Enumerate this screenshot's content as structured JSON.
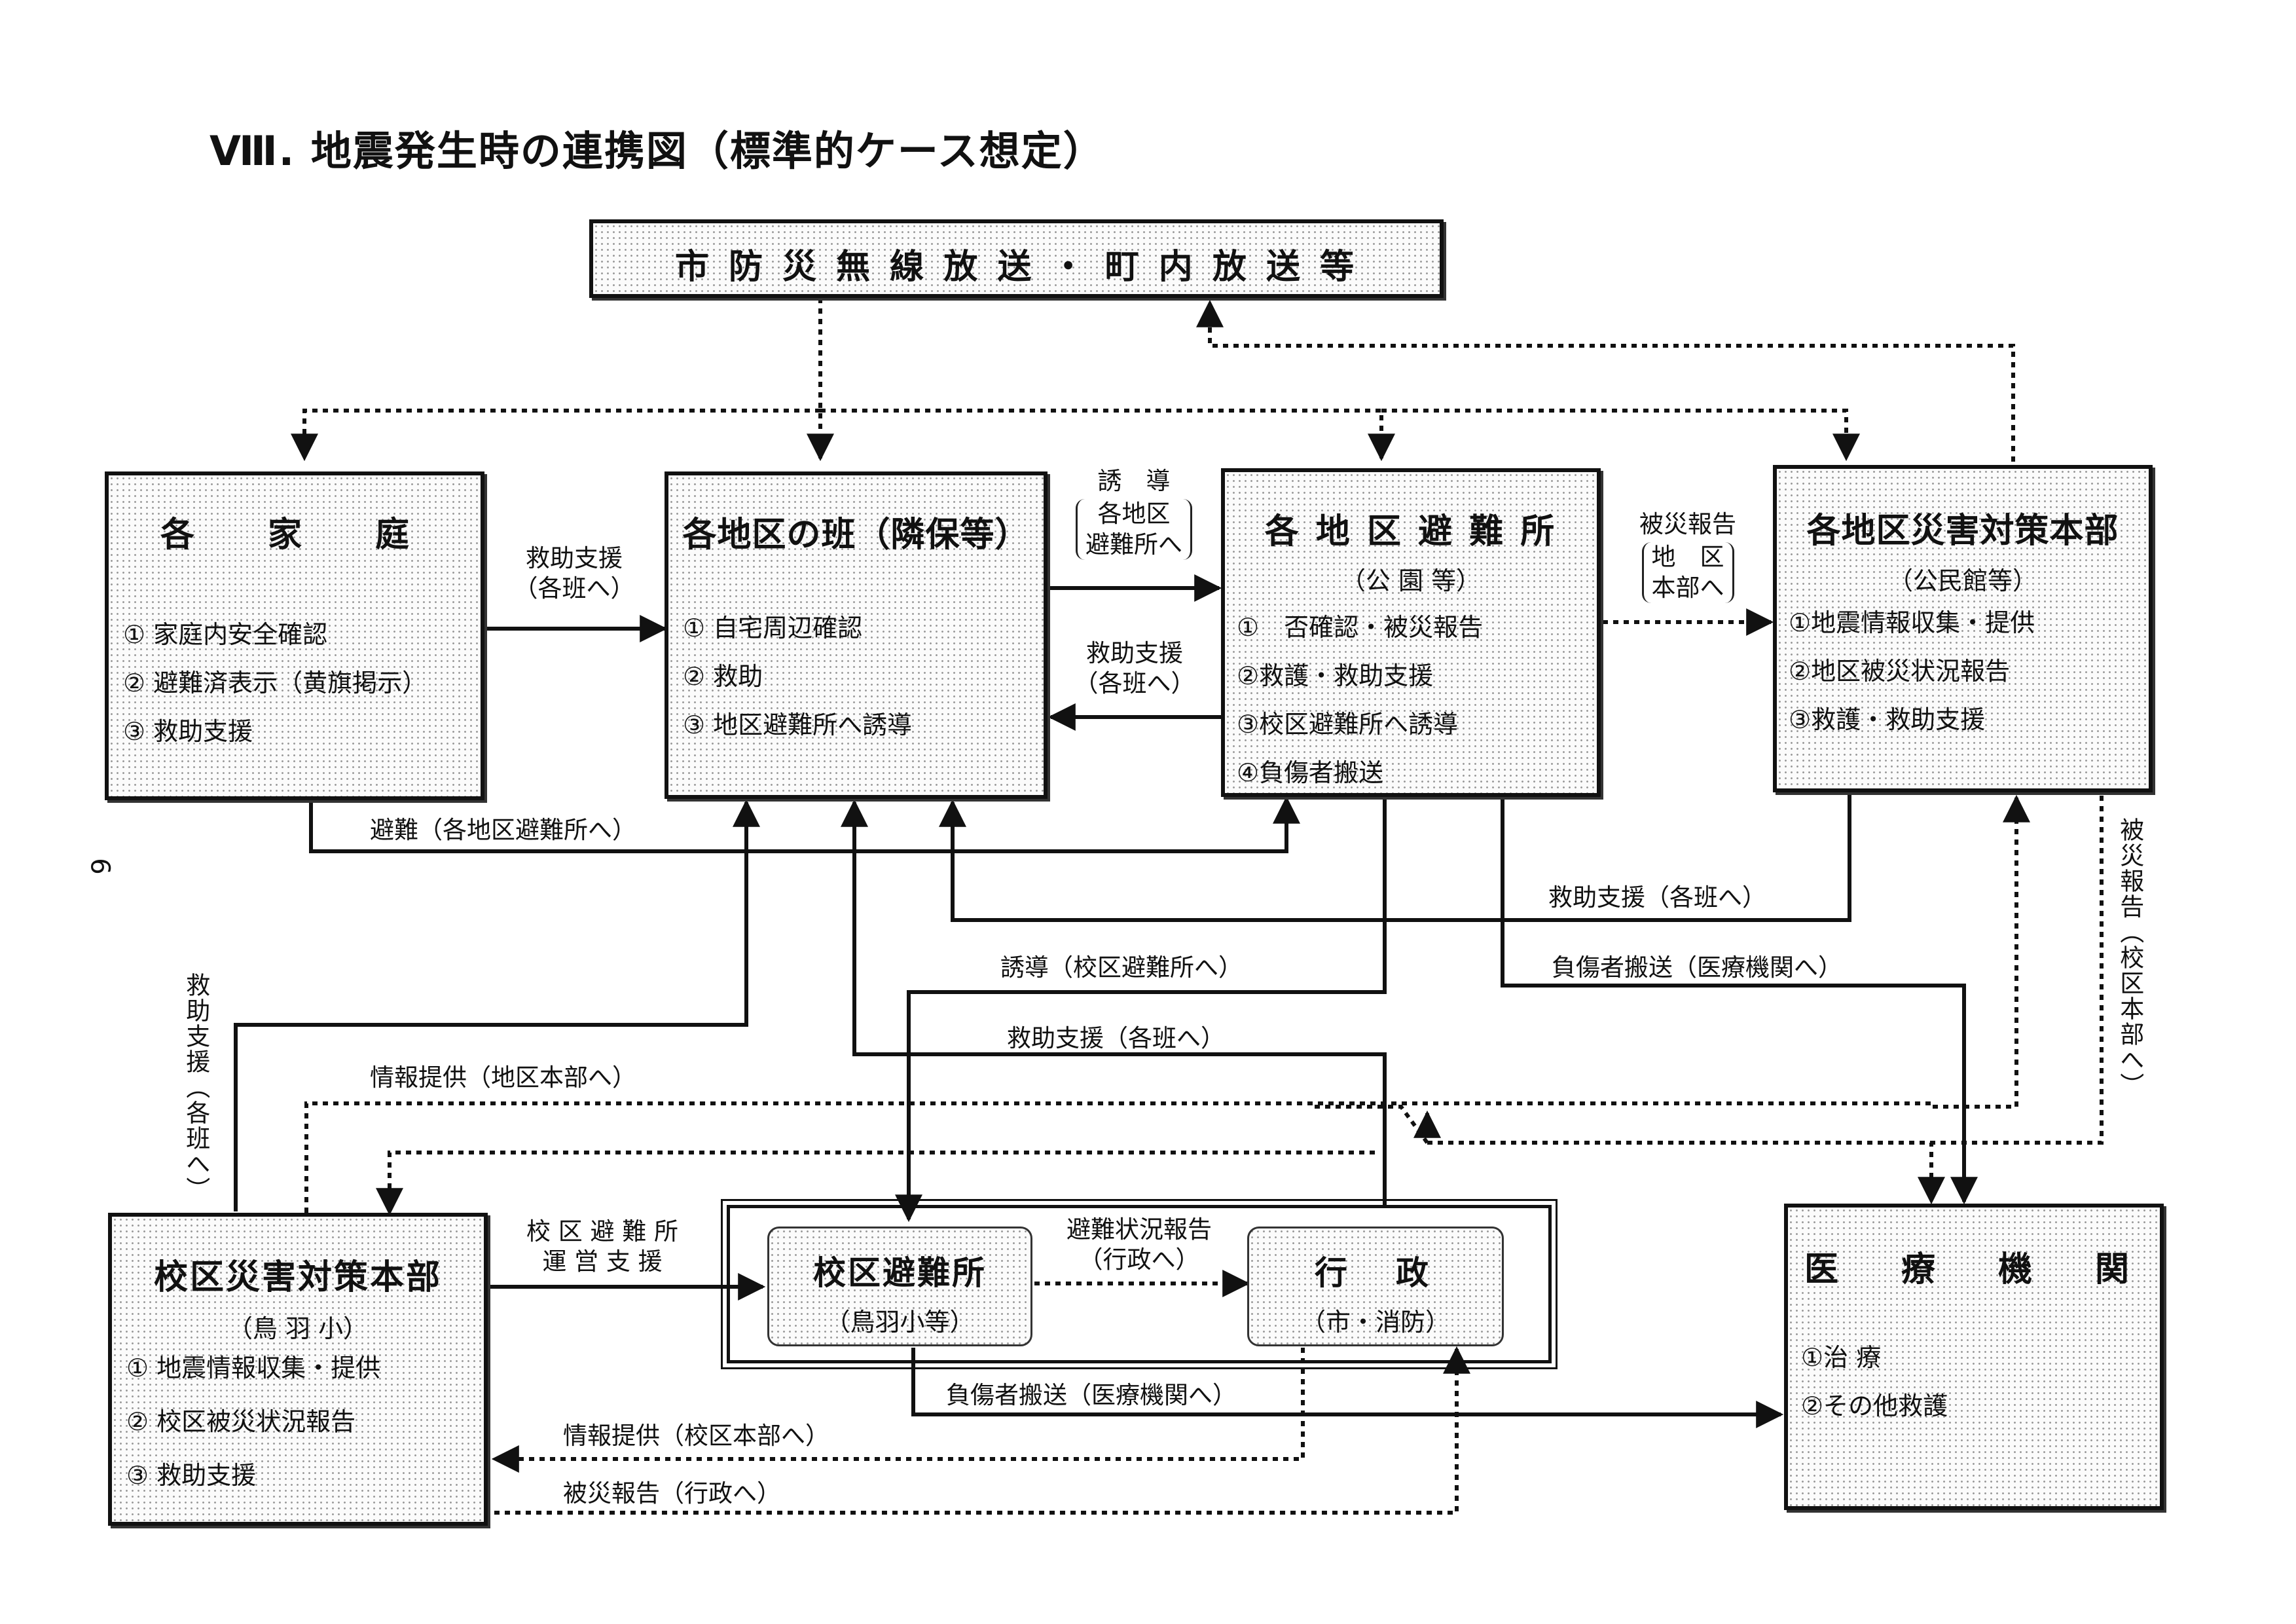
{
  "title": "Ⅷ. 地震発生時の連携図（標準的ケース想定）",
  "page_number": "6",
  "nodes": {
    "broadcast": {
      "title": "市 防 災 無 線 放 送 ・ 町 内 放 送 等"
    },
    "household": {
      "title": "各　家　庭",
      "items": [
        "① 家庭内安全確認",
        "② 避難済表示（黄旗掲示）",
        "③ 救助支援"
      ]
    },
    "district_group": {
      "title": "各地区の班（隣保等）",
      "items": [
        "① 自宅周辺確認",
        "② 救助",
        "③ 地区避難所へ誘導"
      ]
    },
    "district_shelter": {
      "title": "各 地 区 避 難 所",
      "subtitle": "（公 園 等）",
      "items": [
        "①　否確認・被災報告",
        "②救護・救助支援",
        "③校区避難所へ誘導",
        "④負傷者搬送"
      ]
    },
    "district_hq": {
      "title": "各地区災害対策本部",
      "subtitle": "（公民館等）",
      "items": [
        "①地震情報収集・提供",
        "②地区被災状況報告",
        "③救護・救助支援"
      ]
    },
    "school_hq": {
      "title": "校区災害対策本部",
      "subtitle": "（鳥 羽 小）",
      "items": [
        "① 地震情報収集・提供",
        "② 校区被災状況報告",
        "③ 救助支援"
      ]
    },
    "school_shelter": {
      "title": "校区避難所",
      "subtitle": "（鳥羽小等）"
    },
    "administration": {
      "title": "行　政",
      "subtitle": "（市・消防）"
    },
    "medical": {
      "title": "医　療　機　関",
      "items": [
        "①治 療",
        "②その他救護"
      ]
    }
  },
  "labels": {
    "household_to_group": [
      "救助支援",
      "（各班へ）"
    ],
    "group_to_shelter_top": "誘　導",
    "group_to_shelter_bracket": [
      "各地区",
      "避難所へ"
    ],
    "shelter_to_group": [
      "救助支援",
      "（各班へ）"
    ],
    "shelter_to_hq_top": "被災報告",
    "shelter_to_hq_bracket": [
      "地　区",
      "本部へ"
    ],
    "evacuation": "避難（各地区避難所へ）",
    "hq_rescue": "救助支援（各班へ）",
    "guide_school": "誘導（校区避難所へ）",
    "injured_medical_top": "負傷者搬送（医療機関へ）",
    "rescue_groups": "救助支援（各班へ）",
    "info_district": "情報提供（地区本部へ）",
    "school_hq_rescue_vertical": "救助支援（各班へ）",
    "damage_report_vertical": "被災報告（校区本部へ）",
    "school_support": [
      "校 区 避 難 所",
      "運 営 支 援"
    ],
    "evac_status": [
      "避難状況報告",
      "（行政へ）"
    ],
    "injured_medical_bottom": "負傷者搬送（医療機関へ）",
    "info_school": "情報提供（校区本部へ）",
    "damage_admin": "被災報告（行政へ）"
  }
}
